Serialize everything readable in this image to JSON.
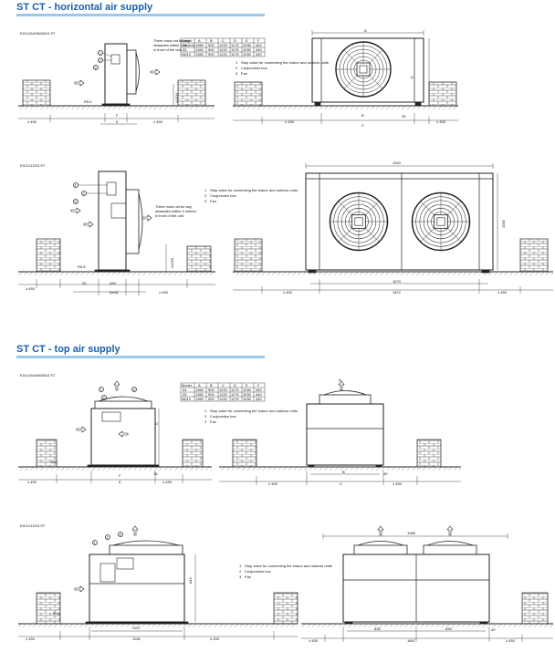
{
  "sections": [
    {
      "title": "ST CT - horizontal air supply"
    },
    {
      "title": "ST CT - top air supply"
    }
  ],
  "models": {
    "small": "EXCU04/05/08/10 ST",
    "large": "EXCU12/15 ST"
  },
  "notes": {
    "obstacle": "There must not be any obstacles within 4 meters in front of the unit.",
    "legend1": "Stop valve for connecting the indoor and outdoor units",
    "legend2": "Conjunction box",
    "legend3": "Fan"
  },
  "callouts": [
    "1",
    "2",
    "3"
  ],
  "table": {
    "headers": [
      "Model",
      "A",
      "B",
      "C",
      "D",
      "E",
      "F"
    ],
    "rows": [
      [
        "04",
        "1360",
        "900",
        "1220",
        "1175",
        "1030",
        "440"
      ],
      [
        "05",
        "1360",
        "900",
        "1220",
        "1175",
        "1030",
        "440"
      ],
      [
        "08/10",
        "1360",
        "900",
        "1220",
        "1175",
        "1030",
        "440"
      ]
    ]
  },
  "dims": {
    "ge450": "≥ 450",
    "r55": "R5.5",
    "min1100": "≥1100",
    "n25": "25",
    "n1943": "1943",
    "n1670": "1670",
    "n1872": "1872",
    "n1005": "1005",
    "n439": "439",
    "n545": "(545)",
    "n26": "26",
    "n1250": "≥1250",
    "n15": "15",
    "n40": "40",
    "d911": "Ø11",
    "n1113": "1113",
    "n1148": "1148",
    "n1958": "1958",
    "n835": "835",
    "n1667": "1667",
    "n844": "844",
    "A": "A",
    "B": "B",
    "C": "C",
    "D": "D",
    "E": "E",
    "F": "F"
  }
}
